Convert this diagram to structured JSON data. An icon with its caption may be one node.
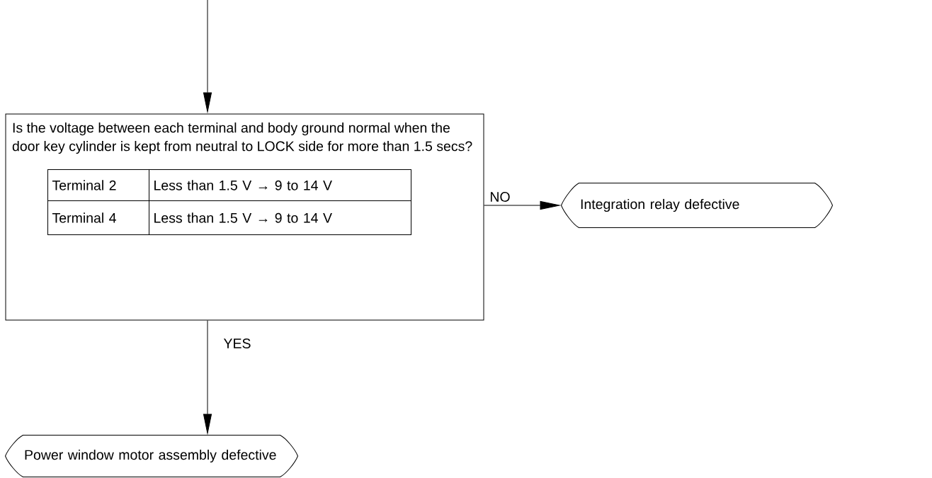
{
  "diagram": {
    "nodes": [
      {
        "text": [
          "Is the voltage between each terminal and body ground normal when the door key cylinder is kept from neutral to LOCK side for more than 1.5 secs?"
        ]
      },
      {
        "text": [
          "Terminal 2"
        ],
        "in": 0
      },
      {
        "text": [
          "Less than 1.5 V → 9 to 14 V"
        ],
        "in": 0
      },
      {
        "text": [
          "Terminal 4"
        ],
        "in": 0
      },
      {
        "text": [
          "Less than 1.5 V → 9 to 14 V"
        ],
        "in": 0
      },
      {
        "text": [
          "Integration relay defective"
        ]
      },
      {
        "text": [
          "Power window motor assembly defective"
        ]
      }
    ],
    "edges": [
      {
        "from": null,
        "to": 0,
        "arrow": "to"
      },
      {
        "from": 0,
        "to": 5,
        "arrow": "to",
        "label": "NO"
      },
      {
        "from": 0,
        "to": 6,
        "arrow": "to",
        "label": "YES"
      }
    ]
  }
}
